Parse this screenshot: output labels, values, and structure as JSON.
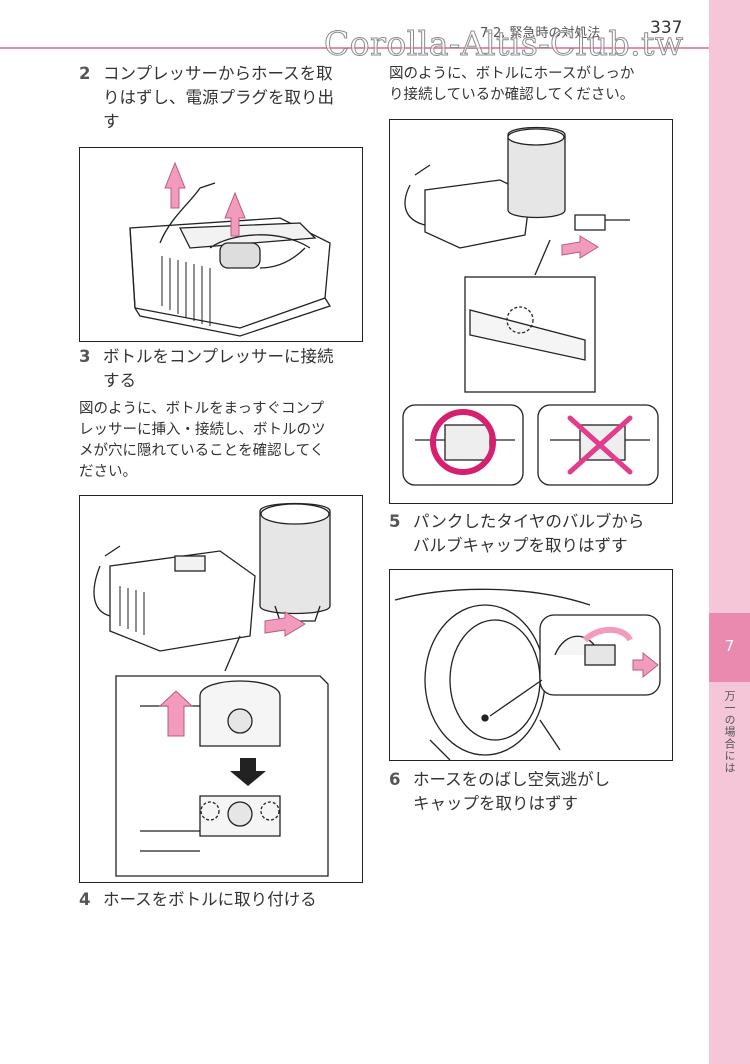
{
  "header": {
    "section": "7-2. 緊急時の対処法",
    "page_number": "337",
    "watermark": "Corolla-Altis-Club.tw"
  },
  "sidebar": {
    "chapter": "7",
    "title": "万一の場合には"
  },
  "left_column": {
    "step2": {
      "number": "2",
      "lines": [
        "コンプレッサーからホースを取",
        "りはずし、電源プラグを取り出",
        "す"
      ]
    },
    "step3": {
      "number": "3",
      "lines": [
        "ボトルをコンプレッサーに接続",
        "する"
      ]
    },
    "step3_note": [
      "図のように、ボトルをまっすぐコンプ",
      "レッサーに挿入・接続し、ボトルのツ",
      "メが穴に隠れていることを確認してく",
      "ださい。"
    ],
    "step4": {
      "number": "4",
      "lines": [
        "ホースをボトルに取り付ける"
      ]
    }
  },
  "right_column": {
    "step4_note": [
      "図のように、ボトルにホースがしっか",
      "り接続しているか確認してください。"
    ],
    "step5": {
      "number": "5",
      "lines": [
        "パンクしたタイヤのバルブから",
        "バルブキャップを取りはずす"
      ]
    },
    "step6": {
      "number": "6",
      "lines": [
        "ホースをのばし空気逃がし",
        "キャップを取りはずす"
      ]
    }
  },
  "colors": {
    "accent_pink": "#e98aae",
    "sidebar_pink": "#f4c6d8",
    "illustration_pink": "#f29bbd",
    "ok_circle": "#d6206f",
    "ng_cross": "#e23c8c"
  }
}
